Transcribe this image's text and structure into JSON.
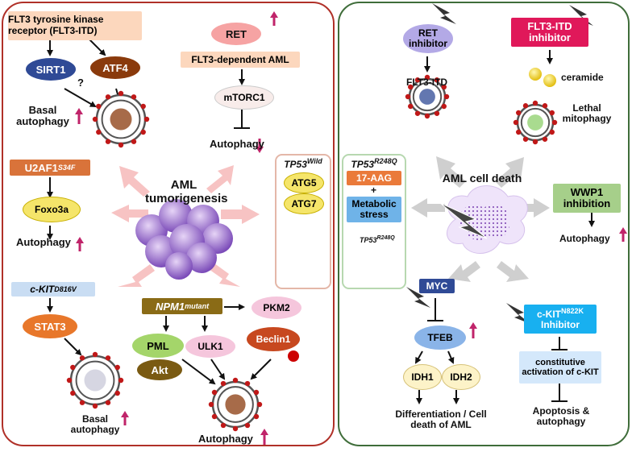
{
  "colors": {
    "left_panel_border": "#b03028",
    "right_panel_border": "#3f6d3a",
    "up_arrow": "#c0246a",
    "cell_purple": "#8c5fc4",
    "pink_arrow": "#f7b9b9",
    "gray_arrow": "#c8c8c8"
  },
  "left": {
    "flt3_receptor": "FLT3 tyrosine kinase receptor (FLT3-ITD)",
    "atf4": "ATF4",
    "sirt1": "SIRT1",
    "question": "?",
    "basal_autophagy_1": "Basal autophagy",
    "ret": "RET",
    "flt3_dependent_aml": "FLT3-dependent AML",
    "mtorc1": "mTORC1",
    "autophagy_mtorc": "Autophagy",
    "u2af1": "U2AF1",
    "u2af1_sup": "S34F",
    "foxo3a": "Foxo3a",
    "autophagy_foxo": "Autophagy",
    "center_title": "AML tumorigenesis",
    "tp53_wild": "TP53",
    "tp53_wild_sup": "Wild",
    "atg5": "ATG5",
    "atg7": "ATG7",
    "ckit": "c-KIT",
    "ckit_sup": "D816V",
    "stat3": "STAT3",
    "basal_autophagy_2": "Basal autophagy",
    "npm1": "NPM1",
    "npm1_sup": "mutant",
    "pkm2": "PKM2",
    "beclin1": "Beclin1",
    "pml": "PML",
    "akt": "Akt",
    "ulk1": "ULK1",
    "autophagy_npm": "Autophagy"
  },
  "right": {
    "ret_inhibitor": "RET inhibitor",
    "flt3_itd": "FLT3-ITD",
    "flt3_itd_inhibitor": "FLT3-ITD inhibitor",
    "ceramide": "ceramide",
    "lethal_mitophagy": "Lethal mitophagy",
    "tp53_r248q": "TP53",
    "tp53_r248q_sup": "R248Q",
    "aag": "17-AAG",
    "plus": "+",
    "metabolic_stress": "Metabolic stress",
    "tp53_small": "TP53",
    "tp53_small_sup": "R248Q",
    "center_title": "AML cell death",
    "wwp1": "WWP1 inhibition",
    "autophagy_wwp1": "Autophagy",
    "myc": "MYC",
    "tfeb": "TFEB",
    "idh1": "IDH1",
    "idh2": "IDH2",
    "differentiation": "Differentiation / Cell death of AML",
    "ckit_inhibitor_top": "c-KIT",
    "ckit_inhibitor_sup": "N822K",
    "ckit_inhibitor_bottom": "Inhibitor",
    "constitutive": "constitutive activation of c-KIT",
    "apoptosis": "Apoptosis & autophagy"
  }
}
